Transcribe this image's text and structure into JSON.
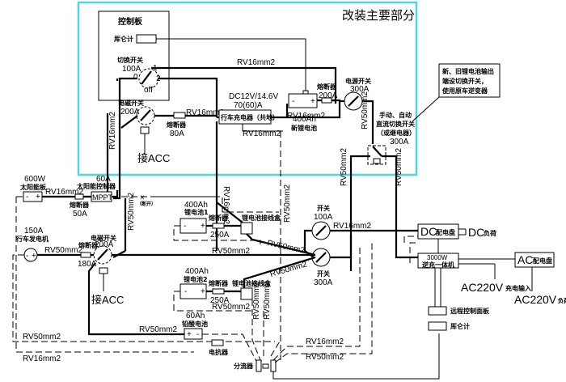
{
  "section_title": "改装主要部分",
  "control_panel": {
    "title": "控制板",
    "meter": "厍仑计",
    "switch_label": "切换开关",
    "switch_rating": "100A",
    "pos0": "0",
    "pos1": "1",
    "pos2": "2",
    "off": "off"
  },
  "note_box": [
    "新、旧锂电池输出",
    "端设切换开关，",
    "使用原车逆变器"
  ],
  "manual_auto_switch": {
    "line1": "手动、自动",
    "line2": "直流切换开关",
    "line3": "（或继电器）",
    "rating": "300A"
  },
  "charger": {
    "spec1": "DC12V/14.6V",
    "spec2": "70(60)A",
    "name": "行车充电器（共地）"
  },
  "new_battery": {
    "capacity": "400Ah",
    "name": "新锂电池"
  },
  "fuse_200a": {
    "name": "熔断器",
    "rating": "200A"
  },
  "power_switch": {
    "name": "电源开关",
    "rating": "300A"
  },
  "mag_switch_top": {
    "name": "电磁开关",
    "rating": "200A",
    "acc": "接ACC"
  },
  "fuse_80a": {
    "name": "熔断器",
    "rating": "80A"
  },
  "solar": {
    "power": "600W",
    "name": "太阳能板",
    "mppt_rating": "60A",
    "mppt_name": "太阳能控制器",
    "mppt": "MPPT",
    "fuse": "熔断器",
    "fuse_rating": "50A",
    "cut_note": "（断开）"
  },
  "alternator": {
    "rating": "150A",
    "name": "行车发电机"
  },
  "mag_switch_bottom": {
    "name": "电磁开关",
    "rating": "200A",
    "acc": "接ACC",
    "fuse": "熔断器",
    "fuse_rating": "180A"
  },
  "battery1": {
    "capacity": "400Ah",
    "name": "锂电池1",
    "fuse": "熔断器",
    "fuse_rating": "250A",
    "junction": "锂电池接线盒"
  },
  "battery2": {
    "capacity": "400Ah",
    "name": "锂电池2",
    "fuse": "熔断器",
    "fuse_rating": "250A",
    "junction": "锂电池接线盒"
  },
  "lead_battery": {
    "capacity": "60Ah",
    "name": "铅酸电池"
  },
  "reactor": "电抗器",
  "shunt": "分流器",
  "switch_100a": {
    "name": "开关",
    "rating": "100A"
  },
  "switch_300a": {
    "name": "开关",
    "rating": "300A"
  },
  "dc_panel": {
    "prefix": "DC",
    "name": "配电盘",
    "load_prefix": "DC",
    "load": "负荷"
  },
  "inverter": {
    "power": "3000W",
    "name": "逆充一体机"
  },
  "ac_panel": {
    "prefix": "AC",
    "name": "配电盘"
  },
  "ac_input": {
    "prefix": "AC220V",
    "name": "充电输入"
  },
  "ac_load": {
    "prefix": "AC220V",
    "name": "负荷"
  },
  "remote_panel": "远程控制面板",
  "coulomb_meter": "厍仑计",
  "wires": {
    "rv16": "RV16mm2",
    "rv50": "RV50mm2"
  },
  "terminals": {
    "plus": "+",
    "minus": "-"
  }
}
